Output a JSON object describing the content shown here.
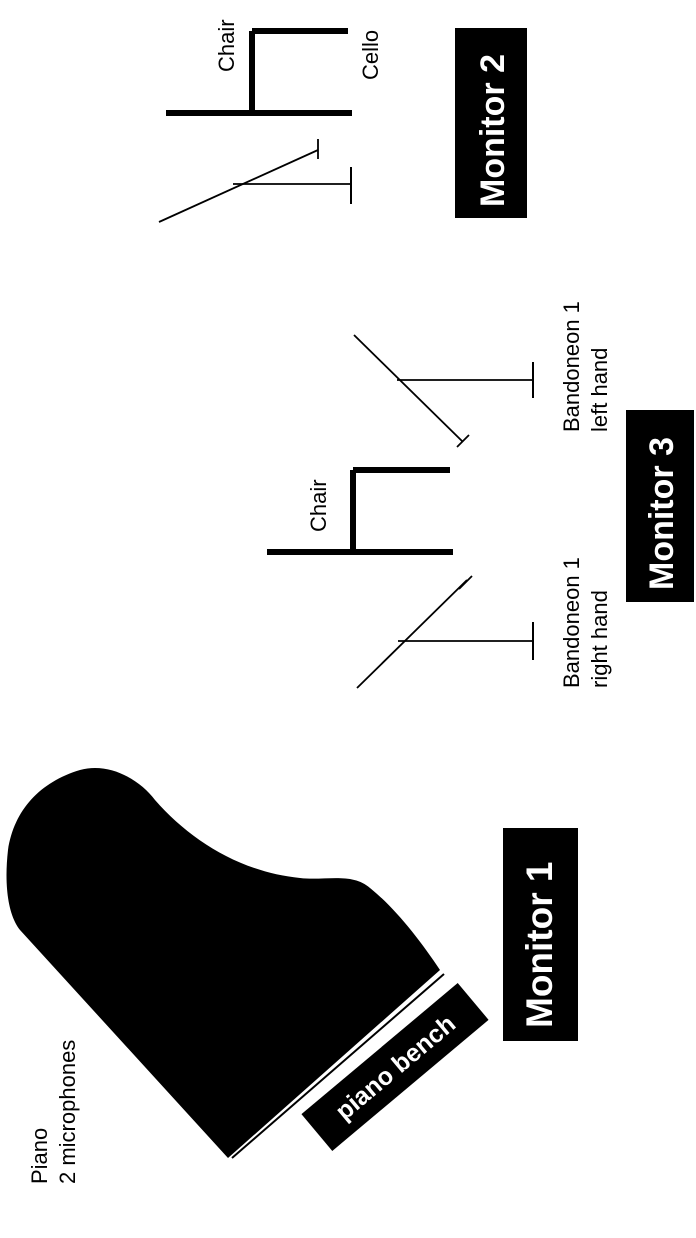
{
  "colors": {
    "ink": "#000000",
    "paper": "#ffffff"
  },
  "piano": {
    "label_line1": "Piano",
    "label_line2": "2 microphones",
    "bench_label": "piano bench"
  },
  "monitors": {
    "monitor1": "Monitor 1",
    "monitor2": "Monitor 2",
    "monitor3": "Monitor 3"
  },
  "bandoneon": {
    "chair_label": "Chair",
    "right_hand_line1": "Bandoneon 1",
    "right_hand_line2": "right hand",
    "left_hand_line1": "Bandoneon 1",
    "left_hand_line2": "left hand"
  },
  "cello": {
    "chair_label": "Chair",
    "instrument_label": "Cello"
  }
}
